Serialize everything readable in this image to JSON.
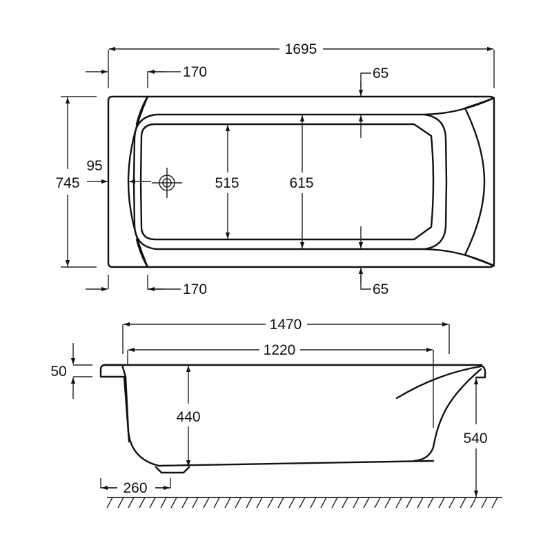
{
  "drawing": {
    "subject": "Bathtub technical drawing",
    "units": "mm",
    "colors": {
      "line": "#111111",
      "background": "#ffffff"
    },
    "plan_view": {
      "overall_length": "1695",
      "overall_width": "745",
      "end_offset_top": "170",
      "end_offset_bottom": "170",
      "rim_width_top": "65",
      "rim_width_bottom": "65",
      "drain_offset": "95",
      "inner_basin_width": "515",
      "inner_rim_width": "615"
    },
    "side_view": {
      "top_length": "1470",
      "inner_length": "1220",
      "rim_thickness": "50",
      "inner_depth": "440",
      "total_height": "540",
      "foot_offset": "260"
    }
  }
}
